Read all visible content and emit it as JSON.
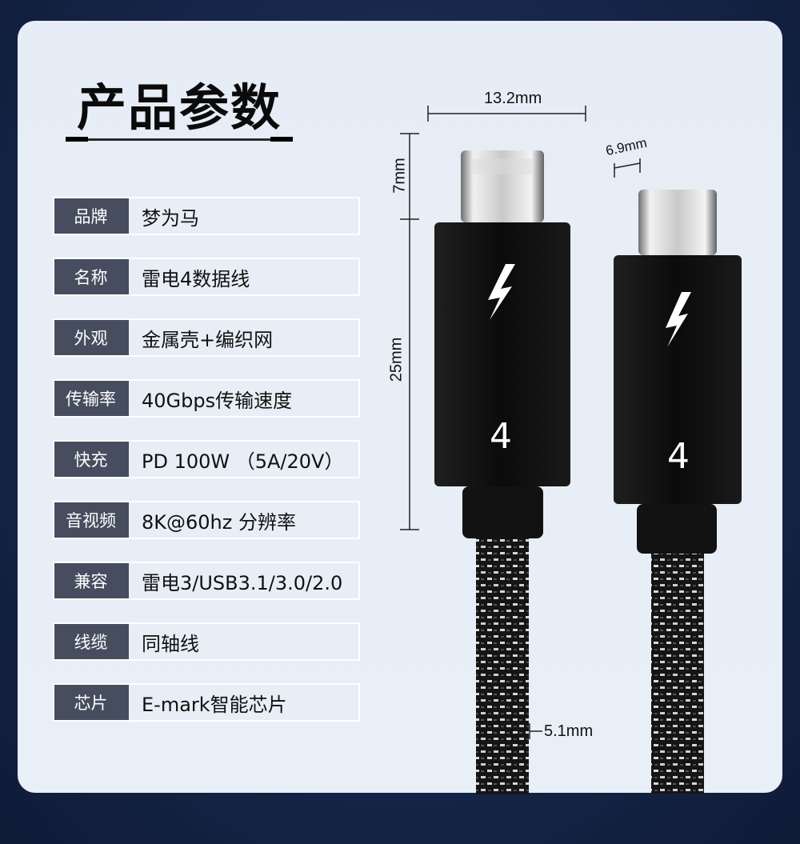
{
  "title": "产品参数",
  "specs": [
    {
      "key": "品牌",
      "value": "梦为马"
    },
    {
      "key": "名称",
      "value": "雷电4数据线"
    },
    {
      "key": "外观",
      "value": "金属壳+编织网"
    },
    {
      "key": "传输率",
      "value": "40Gbps传输速度"
    },
    {
      "key": "快充",
      "value": "PD 100W （5A/20V）"
    },
    {
      "key": "音视频",
      "value": "8K@60hz 分辨率"
    },
    {
      "key": "兼容",
      "value": "雷电3/USB3.1/3.0/2.0"
    },
    {
      "key": "线缆",
      "value": "同轴线"
    },
    {
      "key": "芯片",
      "value": "E-mark智能芯片"
    }
  ],
  "dimensions": {
    "width": "13.2mm",
    "thickness": "6.9mm",
    "plug_length": "7mm",
    "body_length": "25mm",
    "cable_diameter": "5.1mm"
  },
  "connector_number": "4",
  "colors": {
    "background": "#16264a",
    "card": "#e8eef6",
    "key_bg": "#464d5f",
    "connector": "#0d0d0d"
  }
}
